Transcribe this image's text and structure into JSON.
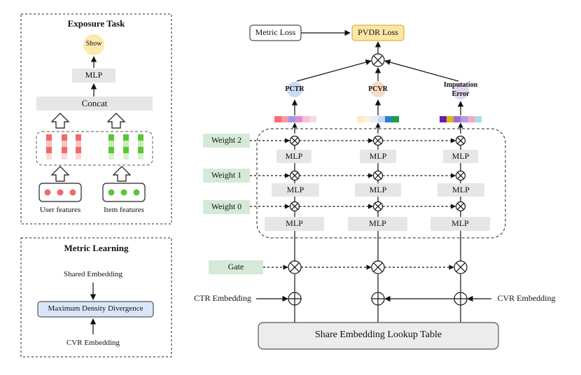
{
  "exposure_task": {
    "title": "Exposure Task",
    "show": "Show",
    "mlp": "MLP",
    "concat": "Concat",
    "user_features": "User features",
    "item_features": "Item features"
  },
  "metric_learning": {
    "title": "Metric Learning",
    "shared_embedding": "Shared Embedding",
    "mdd": "Maximum Density Divergence",
    "cvr_embedding": "CVR Embedding"
  },
  "main": {
    "metric_loss": "Metric Loss",
    "pvdr_loss": "PVDR Loss",
    "pctr": "PCTR",
    "pcvr": "PCVR",
    "imputation_error": "Imputation Error",
    "imputation_error_line1": "Imputation",
    "imputation_error_line2": "Error",
    "weight_2": "Weight 2",
    "weight_1": "Weight 1",
    "weight_0": "Weight 0",
    "mlp": "MLP",
    "gate": "Gate",
    "ctr_embedding": "CTR Embedding",
    "cvr_embedding": "CVR Embedding",
    "lookup_table": "Share Embedding Lookup Table"
  },
  "colors": {
    "pvdr_fill": "#fce7a6",
    "pvdr_border": "#d6a21c",
    "weight_fill": "#d5ead6",
    "gate_fill": "#d5ead6",
    "mlp_fill": "#e6e6e6",
    "mdd_fill": "#dae6f7",
    "pctr_bubble": "#c9dbf3",
    "pcvr_bubble": "#f8d9c4",
    "impute_bubble": "#e2d3ee",
    "user_red": "#f06a6a",
    "item_green": "#5cc43a"
  },
  "vectors": {
    "pctr": [
      "#ff6b6b",
      "#f59ca0",
      "#9a9be6",
      "#e88ad0",
      "#f6c3cf",
      "#fcd6e2"
    ],
    "pcvr": [
      "#fde9c2",
      "#fdf0dc",
      "#e4ecf9",
      "#c9d6f2",
      "#2d7fd1",
      "#1f9e4a"
    ],
    "impute": [
      "#6a1bb3",
      "#e0b51b",
      "#9a6fd1",
      "#b69be6",
      "#f2a8c4",
      "#a8dce8"
    ]
  }
}
